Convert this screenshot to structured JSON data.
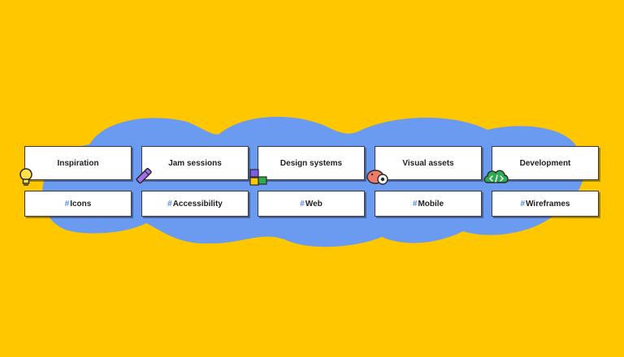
{
  "categories": [
    {
      "label": "Inspiration"
    },
    {
      "label": "Jam sessions"
    },
    {
      "label": "Design systems"
    },
    {
      "label": "Visual assets"
    },
    {
      "label": "Development"
    }
  ],
  "tags": [
    {
      "hash": "#",
      "label": "Icons"
    },
    {
      "hash": "#",
      "label": "Accessibility"
    },
    {
      "hash": "#",
      "label": "Web"
    },
    {
      "hash": "#",
      "label": "Mobile"
    },
    {
      "hash": "#",
      "label": "Wireframes"
    }
  ],
  "colors": {
    "background": "#FFC700",
    "blob": "#6A9BF0",
    "hash": "#4A8CFF"
  },
  "icons": [
    "lightbulb-icon",
    "pencil-icon",
    "shapes-icon",
    "creature-icon",
    "code-cloud-icon"
  ]
}
